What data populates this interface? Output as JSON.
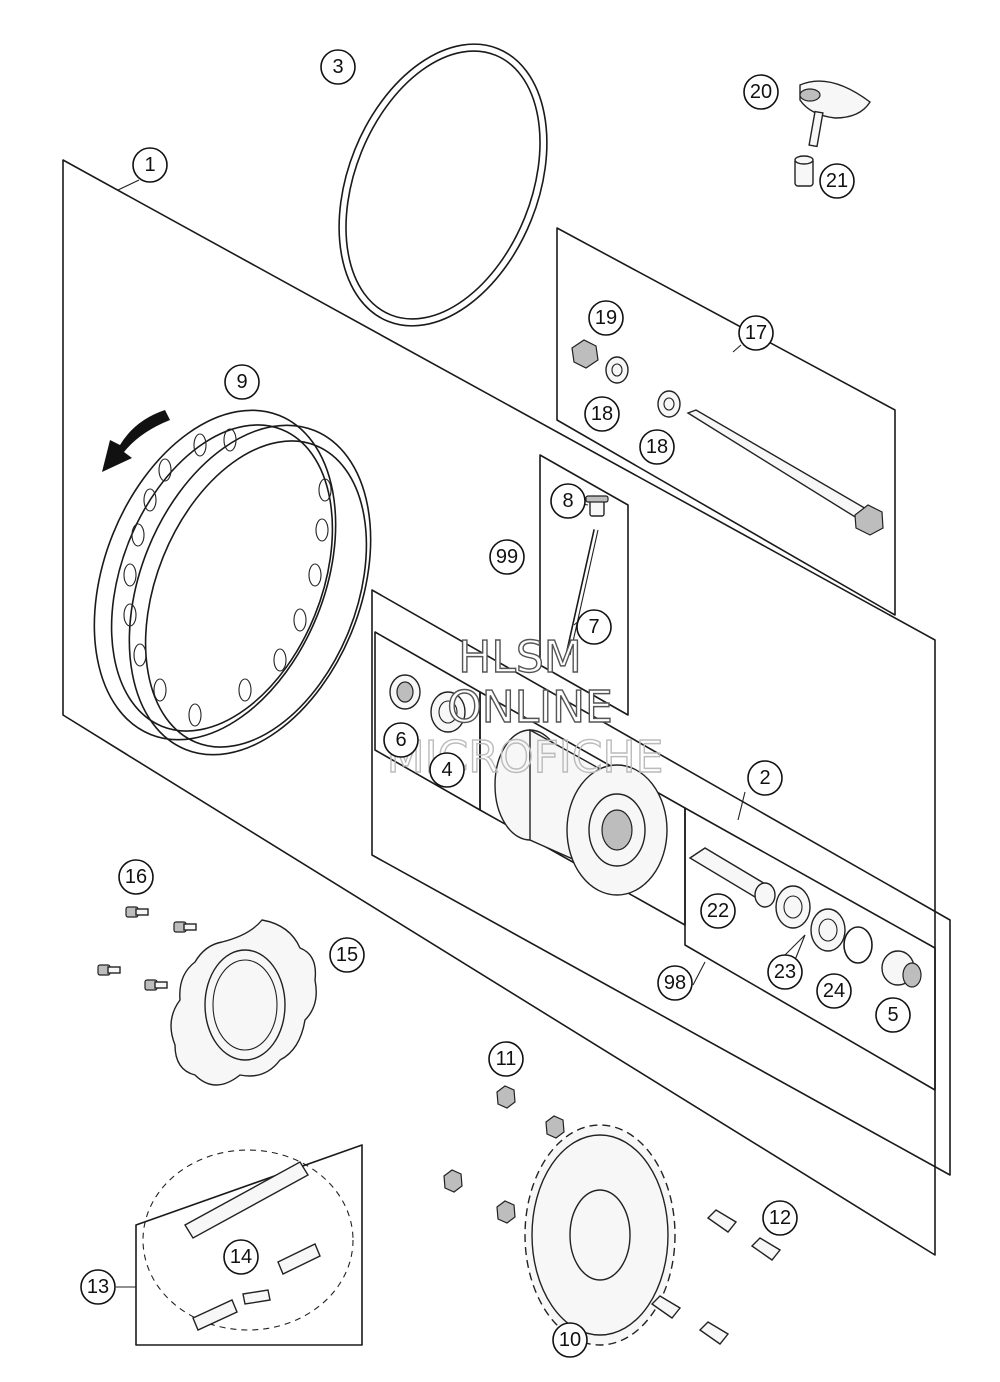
{
  "watermark": {
    "line1": "HLSM",
    "line2": "ONLINE",
    "line3": "MICROFICHE"
  },
  "callouts": [
    "1",
    "2",
    "3",
    "4",
    "5",
    "6",
    "7",
    "8",
    "9",
    "10",
    "11",
    "12",
    "13",
    "14",
    "15",
    "16",
    "17",
    "18",
    "18",
    "19",
    "20",
    "21",
    "22",
    "23",
    "24",
    "98",
    "99"
  ],
  "colors": {
    "line": "#1a1a1a",
    "part_fill": "#f7f7f7",
    "background": "#ffffff"
  }
}
